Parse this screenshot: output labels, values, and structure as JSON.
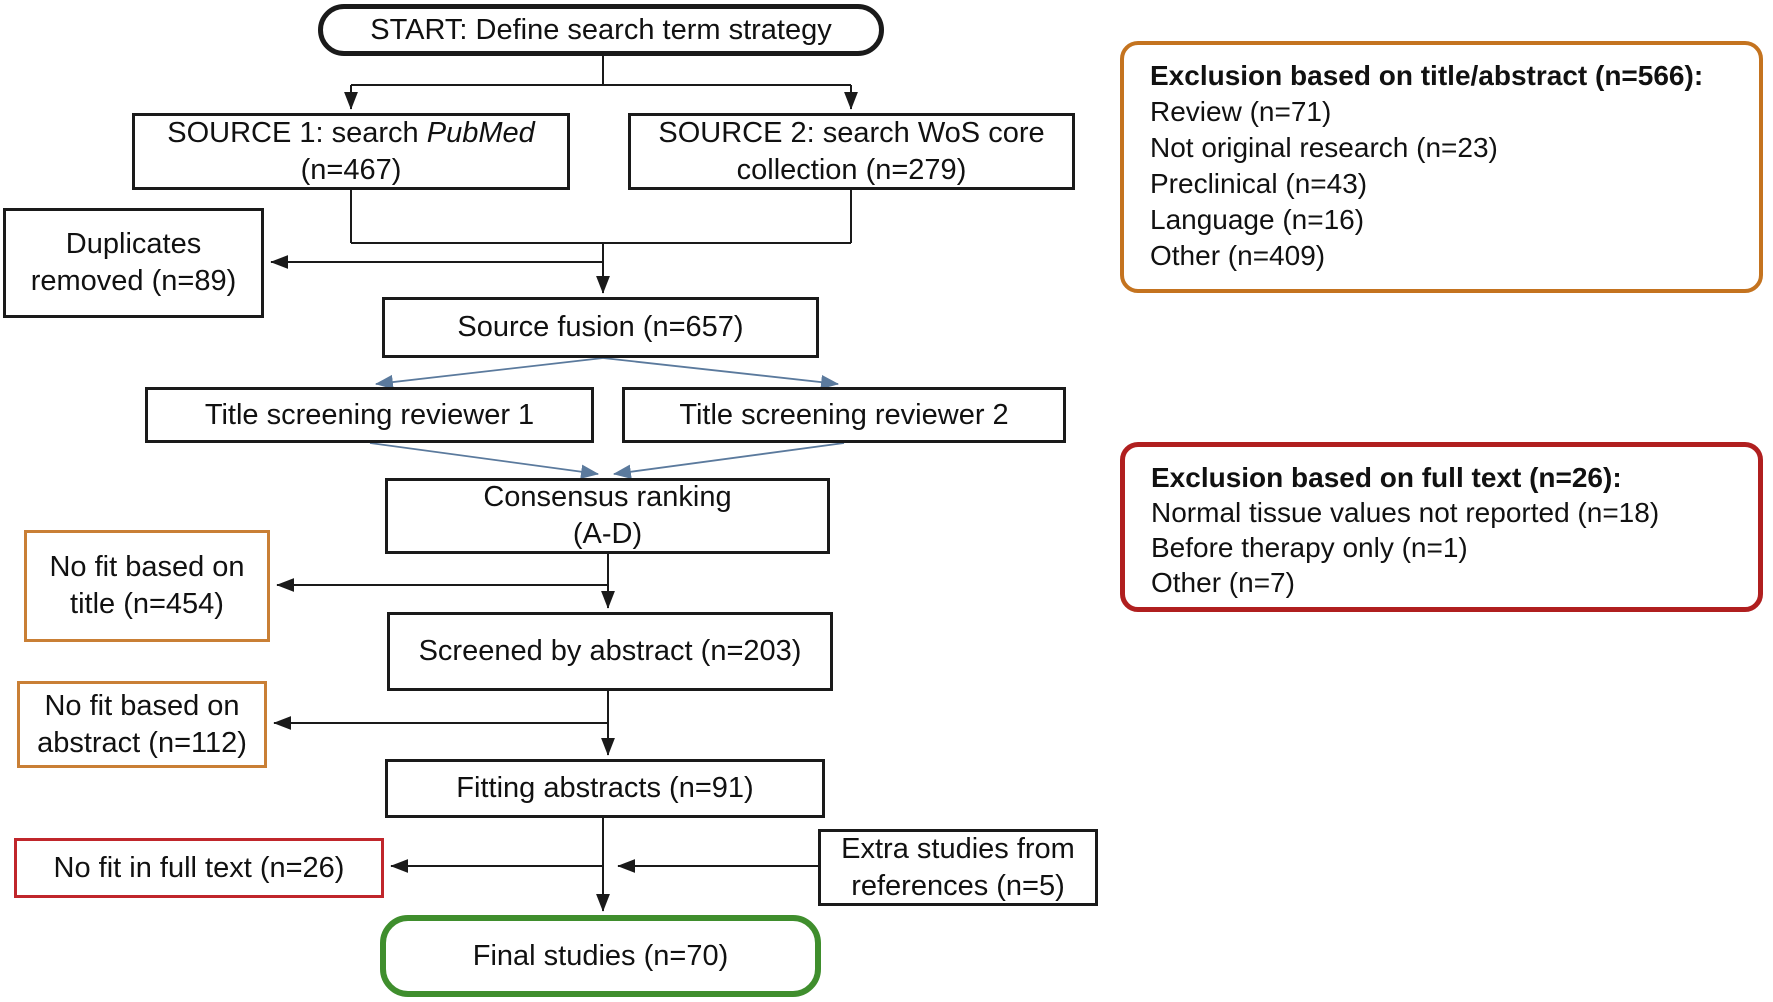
{
  "nodes": {
    "start": {
      "lines": [
        "START: Define search term strategy"
      ]
    },
    "source1": {
      "prefix": "SOURCE 1: search ",
      "italic": "PubMed",
      "suffix": "\n(n=467)"
    },
    "source2": {
      "lines": [
        "SOURCE 2: search WoS core",
        "collection (n=279)"
      ]
    },
    "duplicates": {
      "lines": [
        "Duplicates",
        "removed (n=89)"
      ]
    },
    "fusion": {
      "lines": [
        "Source fusion (n=657)"
      ]
    },
    "reviewer1": {
      "lines": [
        "Title screening reviewer 1"
      ]
    },
    "reviewer2": {
      "lines": [
        "Title screening reviewer 2"
      ]
    },
    "consensus": {
      "lines": [
        "Consensus ranking",
        "(A-D)"
      ]
    },
    "nofit_title": {
      "lines": [
        "No fit based on",
        "title (n=454)"
      ]
    },
    "screened": {
      "lines": [
        "Screened by abstract (n=203)"
      ]
    },
    "nofit_abstract": {
      "lines": [
        "No fit based on",
        "abstract (n=112)"
      ]
    },
    "fitting": {
      "lines": [
        "Fitting abstracts (n=91)"
      ]
    },
    "nofit_fulltext": {
      "lines": [
        "No fit in full text (n=26)"
      ]
    },
    "extra": {
      "lines": [
        "Extra studies from",
        "references (n=5)"
      ]
    },
    "final": {
      "lines": [
        "Final studies (n=70)"
      ]
    }
  },
  "panels": {
    "title_abstract": {
      "title": "Exclusion based on title/abstract (n=566):",
      "items": [
        "Review (n=71)",
        "Not original research (n=23)",
        "Preclinical (n=43)",
        "Language (n=16)",
        "Other (n=409)"
      ]
    },
    "full_text": {
      "title": "Exclusion based on full text (n=26):",
      "items": [
        "Normal tissue values not reported (n=18)",
        "Before therapy only (n=1)",
        "Other (n=7)"
      ]
    }
  },
  "colors": {
    "box_border": "#1a1a1a",
    "exclusion_orange": "#c97f35",
    "panel_orange": "#c4731f",
    "panel_red": "#b01f1f",
    "small_red_box": "#c0262b",
    "final_green": "#3f8e2d",
    "connector_blue": "#5b7a9d"
  }
}
